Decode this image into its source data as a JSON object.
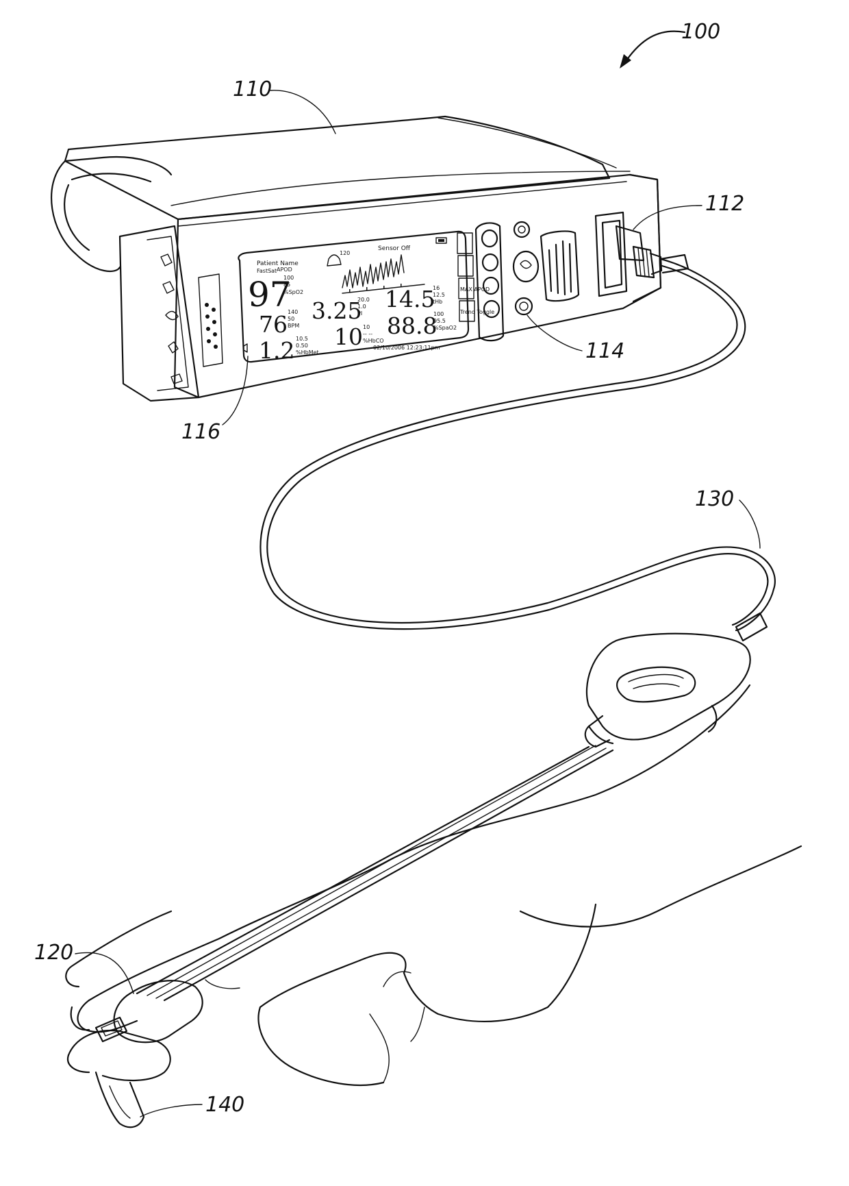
{
  "refs": {
    "system": "100",
    "monitor": "110",
    "connector": "112",
    "button": "114",
    "speaker": "116",
    "sensor": "120",
    "cable": "130",
    "emitter": "140"
  },
  "screen": {
    "patient_name": "Patient Name",
    "fastsat": "FastSat",
    "apod": "APOD",
    "alarm_value": "120",
    "sensor_status": "Sensor Off",
    "spo2": "97",
    "spo2_hi": "100",
    "spo2_lo": "85",
    "spo2_label": "%SpO2",
    "bpm": "76",
    "bpm_hi": "140",
    "bpm_lo": "50",
    "bpm_label": "BPM",
    "pi": "3.25",
    "pi_hi": "20.0",
    "pi_lo": "1.0",
    "pi_label": "PI",
    "thb": "14.5",
    "thb_hi": "16",
    "thb_lo": "12.5",
    "thb_label": "tHb",
    "hbmet": "1.2",
    "hbmet_hi": "10.5",
    "hbmet_lo": "0.50",
    "hbmet_label": "%HbMet",
    "hbco": "10",
    "hbco_hi": "10",
    "hbco_lo": "-- --",
    "hbco_label": "%HbCO",
    "spao2": "88.8",
    "spao2_hi": "100",
    "spao2_lo": "95.5",
    "spao2_label": "%SpaO2",
    "datetime": "02/10/2006 12:23:11pm",
    "softkeys": [
      "",
      "",
      "MAX APOD",
      "Trend Toggle"
    ]
  }
}
